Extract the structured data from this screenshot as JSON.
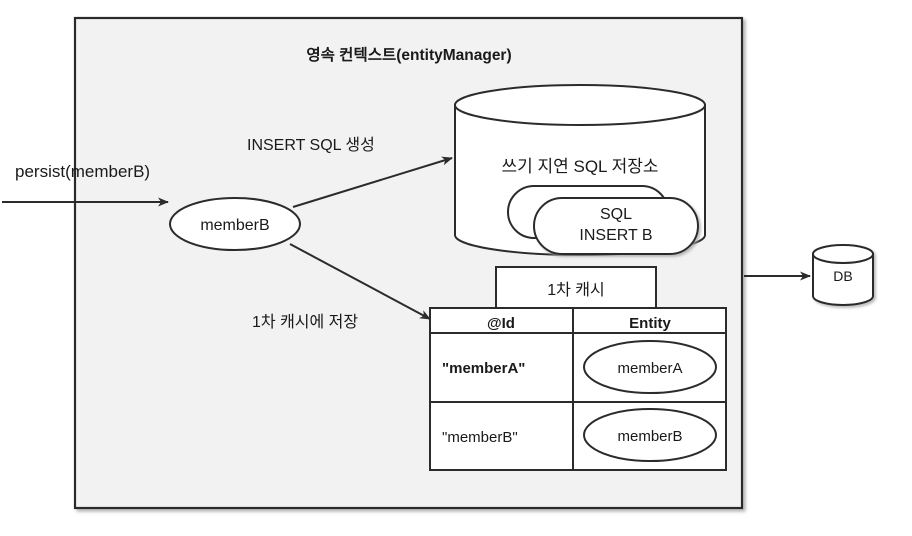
{
  "diagram": {
    "title": "영속 컨텍스트(entityManager)",
    "container_bg": "#f2f2f2",
    "stroke_color": "#2b2b2b",
    "text_color": "#1a1a1a",
    "external": {
      "persist_label": "persist(memberB)",
      "db_label": "DB"
    },
    "edges": {
      "insert_sql_label": "INSERT SQL 생성",
      "first_cache_label": "1차 캐시에 저장"
    },
    "entity_node": {
      "label": "memberB"
    },
    "sql_store": {
      "title": "쓰기 지연 SQL 저장소",
      "cards": [
        {
          "line1": "",
          "line2": ""
        },
        {
          "line1": "SQL",
          "line2": "INSERT B"
        }
      ]
    },
    "first_cache": {
      "tab_label": "1차 캐시",
      "columns": [
        "@Id",
        "Entity"
      ],
      "rows": [
        {
          "id": "\"memberA\"",
          "entity": "memberA",
          "bold": true
        },
        {
          "id": "\"memberB\"",
          "entity": "memberB",
          "bold": false
        }
      ]
    }
  }
}
